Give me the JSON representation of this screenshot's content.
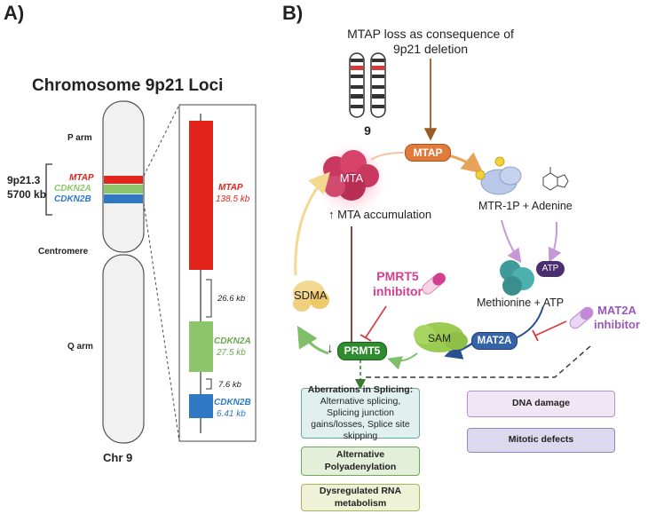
{
  "panel_a": {
    "label": "A)",
    "title": "Chromosome 9p21 Loci",
    "p_arm": "P arm",
    "q_arm": "Q arm",
    "centromere": "Centromere",
    "region_name": "9p21.3",
    "region_size": "5700 kb",
    "chr_label": "Chr 9",
    "genes": [
      {
        "name": "MTAP",
        "size": "138.5 kb",
        "color": "#e2241d"
      },
      {
        "name": "CDKN2A",
        "size": "27.5 kb",
        "color": "#8cc56a"
      },
      {
        "name": "CDKN2B",
        "size": "6.41 kb",
        "color": "#2f78c4"
      }
    ],
    "gaps": [
      "26.6 kb",
      "7.6 kb"
    ]
  },
  "panel_b": {
    "label": "B)",
    "header_line1": "MTAP loss as consequence of",
    "header_line2": "9p21 deletion",
    "chr_number": "9",
    "mtap": "MTAP",
    "mta": "MTA",
    "mta_accumulation": "↑ MTA accumulation",
    "mtr1p": "MTR-1P + Adenine",
    "atp": "ATP",
    "methionine_atp": "Methionine + ATP",
    "mat2a": "MAT2A",
    "mat2a_inhibitor_line1": "MAT2A",
    "mat2a_inhibitor_line2": "inhibitor",
    "sam": "SAM",
    "prmt5": "PRMT5",
    "prmt5_arrow": "↓",
    "sdma": "SDMA",
    "pmrt5_inhibitor_line1": "PMRT5",
    "pmrt5_inhibitor_line2": "inhibitor",
    "outcomes": {
      "splicing_title": "Aberrations in Splicing:",
      "splicing_body": "Alternative splicing, Splicing junction gains/losses, Splice site skipping",
      "polyadenylation": "Alternative Polyadenylation",
      "rna": "Dysregulated RNA metabolism",
      "dna_damage": "DNA damage",
      "mitotic": "Mitotic defects"
    },
    "colors": {
      "mtap_orange": "#e07b3c",
      "mat2a_blue": "#3563a8",
      "prmt5_green": "#2e8b2e",
      "inhibitor_pink": "#d23f8f",
      "inhibitor_purple": "#9b59b6"
    }
  }
}
